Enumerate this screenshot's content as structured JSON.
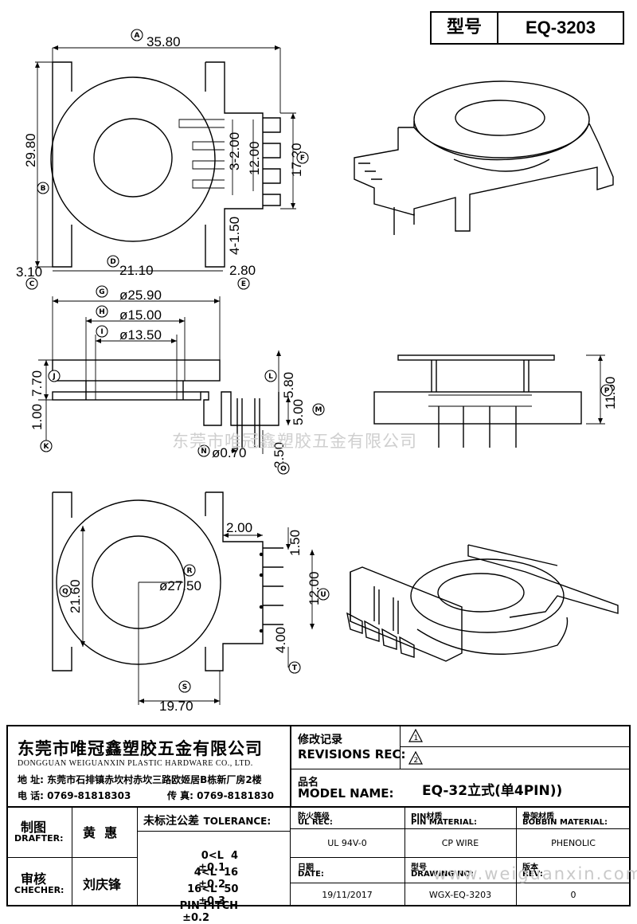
{
  "header": {
    "model_label": "型号",
    "model_value": "EQ-3203"
  },
  "dimensions": {
    "A": "35.80",
    "B": "29.80",
    "C": "3.10",
    "D": "21.10",
    "E": "2.80",
    "F": "17.20",
    "pin_pitch_top": "3-2.00",
    "slot_12": "12.00",
    "slot_4": "4-1.50",
    "G": "ø25.90",
    "H": "ø15.00",
    "I": "ø13.50",
    "J": "7.70",
    "K": "1.00",
    "L": "5.80",
    "M": "5.00",
    "N": "ø0.70",
    "O": "2.50",
    "P": "11.50",
    "Q": "21.60",
    "R": "ø27.50",
    "S": "19.70",
    "T": "4.00",
    "U": "12.00",
    "bottom_200": "2.00",
    "bottom_150": "1.50"
  },
  "circle_labels": [
    "A",
    "B",
    "C",
    "D",
    "E",
    "F",
    "G",
    "H",
    "I",
    "J",
    "K",
    "L",
    "M",
    "N",
    "O",
    "P",
    "Q",
    "R",
    "S",
    "T",
    "U"
  ],
  "watermark_center": "东莞市唯冠鑫塑胶五金有限公司",
  "watermark_bottom": "www.weiguanxin.com",
  "company": {
    "name_cn": "东莞市唯冠鑫塑胶五金有限公司",
    "name_en": "DONGGUAN WEIGUANXIN PLASTIC HARDWARE CO., LTD.",
    "address_label": "地  址:",
    "address": "东莞市石排镇赤坎村赤坎三路欧姬居B栋新厂房2楼",
    "phone_label": "电  话:",
    "phone": "0769-81818303",
    "fax_label": "传  真:",
    "fax": "0769-8181830"
  },
  "revisions": {
    "label_cn": "修改记录",
    "label_en": "REVISIONS REC:",
    "marks": [
      "1",
      "2"
    ]
  },
  "model_name": {
    "label_cn": "品名",
    "label_en": "MODEL NAME:",
    "value": "EQ-32立式(单4PIN))"
  },
  "drafter": {
    "label_cn": "制图",
    "label_en": "DRAFTER:",
    "name": "黄  惠"
  },
  "checker": {
    "label_cn": "审核",
    "label_en": "CHECHER:",
    "name": "刘庆锋"
  },
  "tolerance": {
    "label_cn": "未标注公差",
    "label_en": "TOLERANCE:",
    "rows": [
      {
        "range": "0<L  4",
        "value": "±0.1"
      },
      {
        "range": "4<L  16",
        "value": "±0.2"
      },
      {
        "range": "16<L  50",
        "value": "±0.3"
      },
      {
        "range": "PIN PITCH",
        "value": "±0.2"
      }
    ]
  },
  "specs": {
    "fire_cn": "防火等级",
    "fire_en": "UL REC:",
    "fire_value": "UL 94V-0",
    "pin_cn": "PIN材质",
    "pin_en": "PIN MATERIAL:",
    "pin_value": "CP WIRE",
    "bobbin_cn": "骨架材质",
    "bobbin_en": "BOBBIN MATERIAL:",
    "bobbin_value": "PHENOLIC",
    "date_cn": "日期",
    "date_en": "DATE:",
    "date_value": "19/11/2017",
    "drawing_cn": "型号",
    "drawing_en": "DRAWING NO:",
    "drawing_value": "WGX-EQ-3203",
    "rev_cn": "版本",
    "rev_en": "REV:",
    "rev_value": "0"
  }
}
